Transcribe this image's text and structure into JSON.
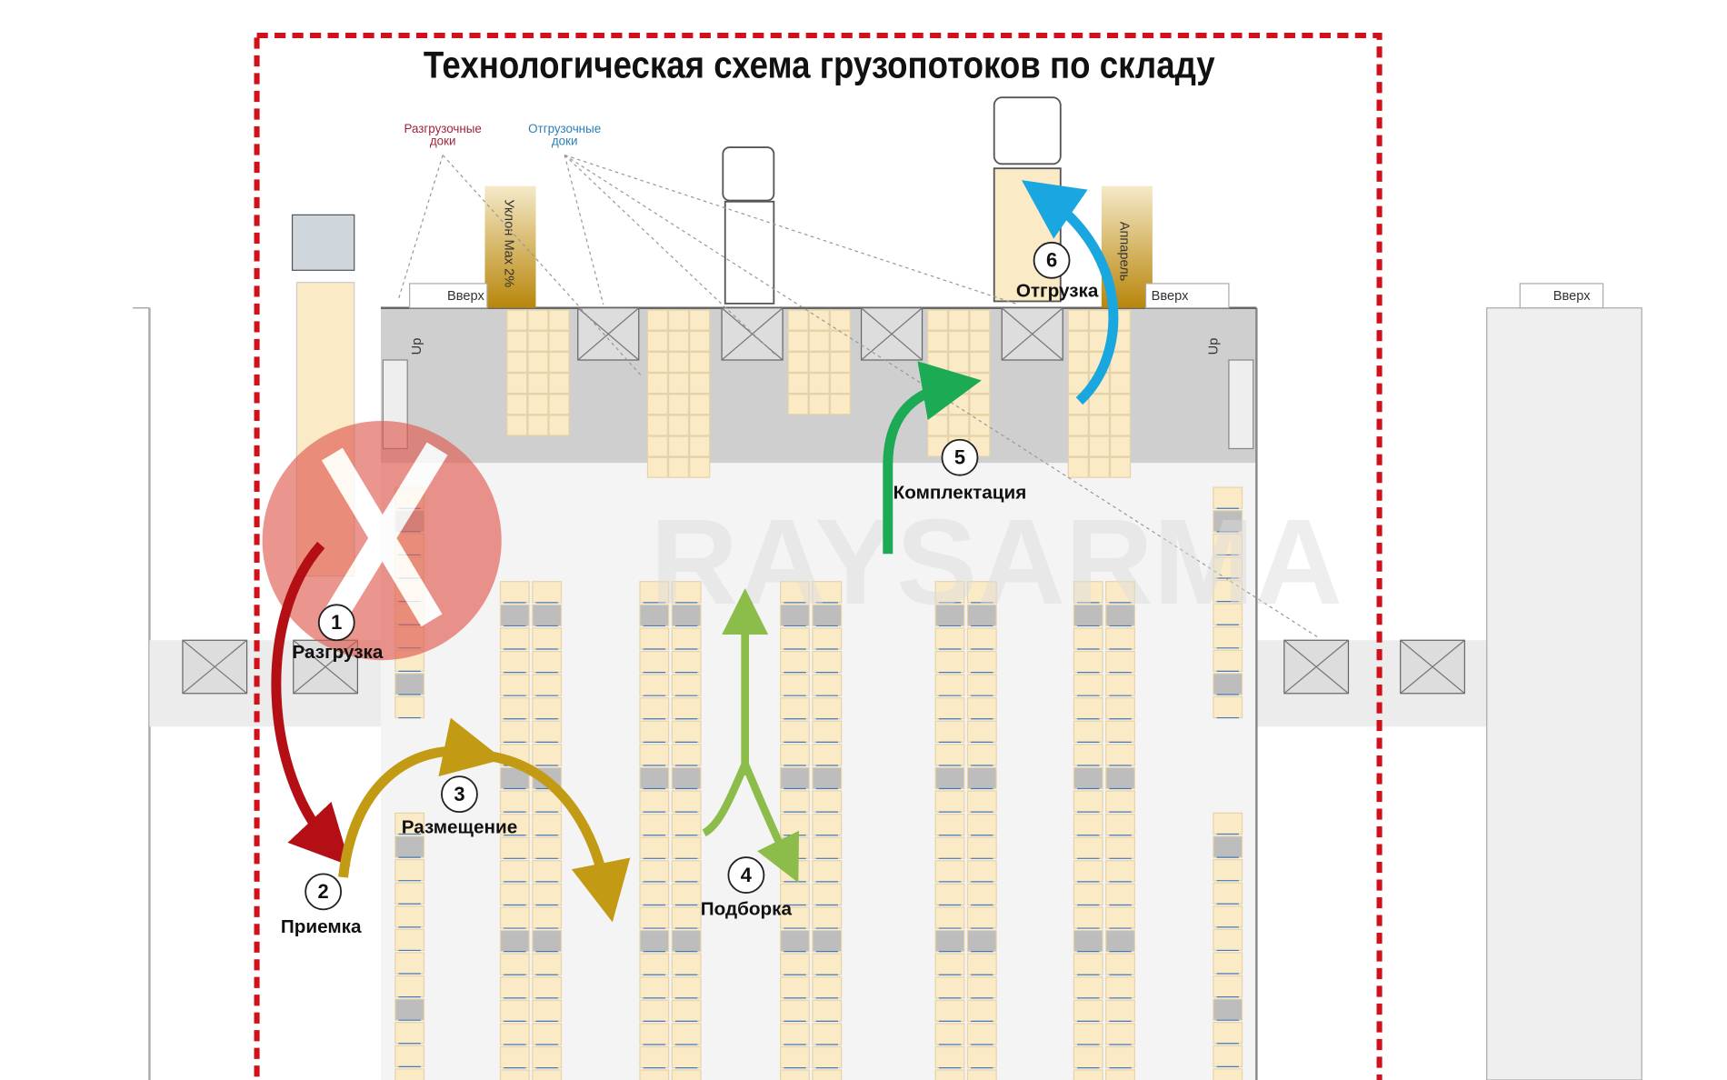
{
  "title": "Технологическая схема грузопотоков по складу",
  "legend": {
    "unloading_docks": [
      "Разгрузочные",
      "доки"
    ],
    "loading_docks": [
      "Отгрузочные",
      "доки"
    ]
  },
  "ramps": {
    "left": "Уклон Max 2%",
    "right": "Аппарель"
  },
  "stairs": {
    "up_label": "Вверх",
    "up_short": "Up"
  },
  "steps": [
    {
      "num": "1",
      "label": "Разгрузка",
      "color": "#b30f14"
    },
    {
      "num": "2",
      "label": "Приемка",
      "color": "#b30f14"
    },
    {
      "num": "3",
      "label": "Размещение",
      "color": "#c29a14"
    },
    {
      "num": "4",
      "label": "Подборка",
      "color": "#8cbd4a"
    },
    {
      "num": "5",
      "label": "Комплектация",
      "color": "#1daa55"
    },
    {
      "num": "6",
      "label": "Отгрузка",
      "color": "#1aa6df"
    }
  ],
  "watermark": "RAYSARMA",
  "colors": {
    "boundary": "#d0111b",
    "rack": "#fbeac6",
    "dock": "#cfcfcf"
  }
}
